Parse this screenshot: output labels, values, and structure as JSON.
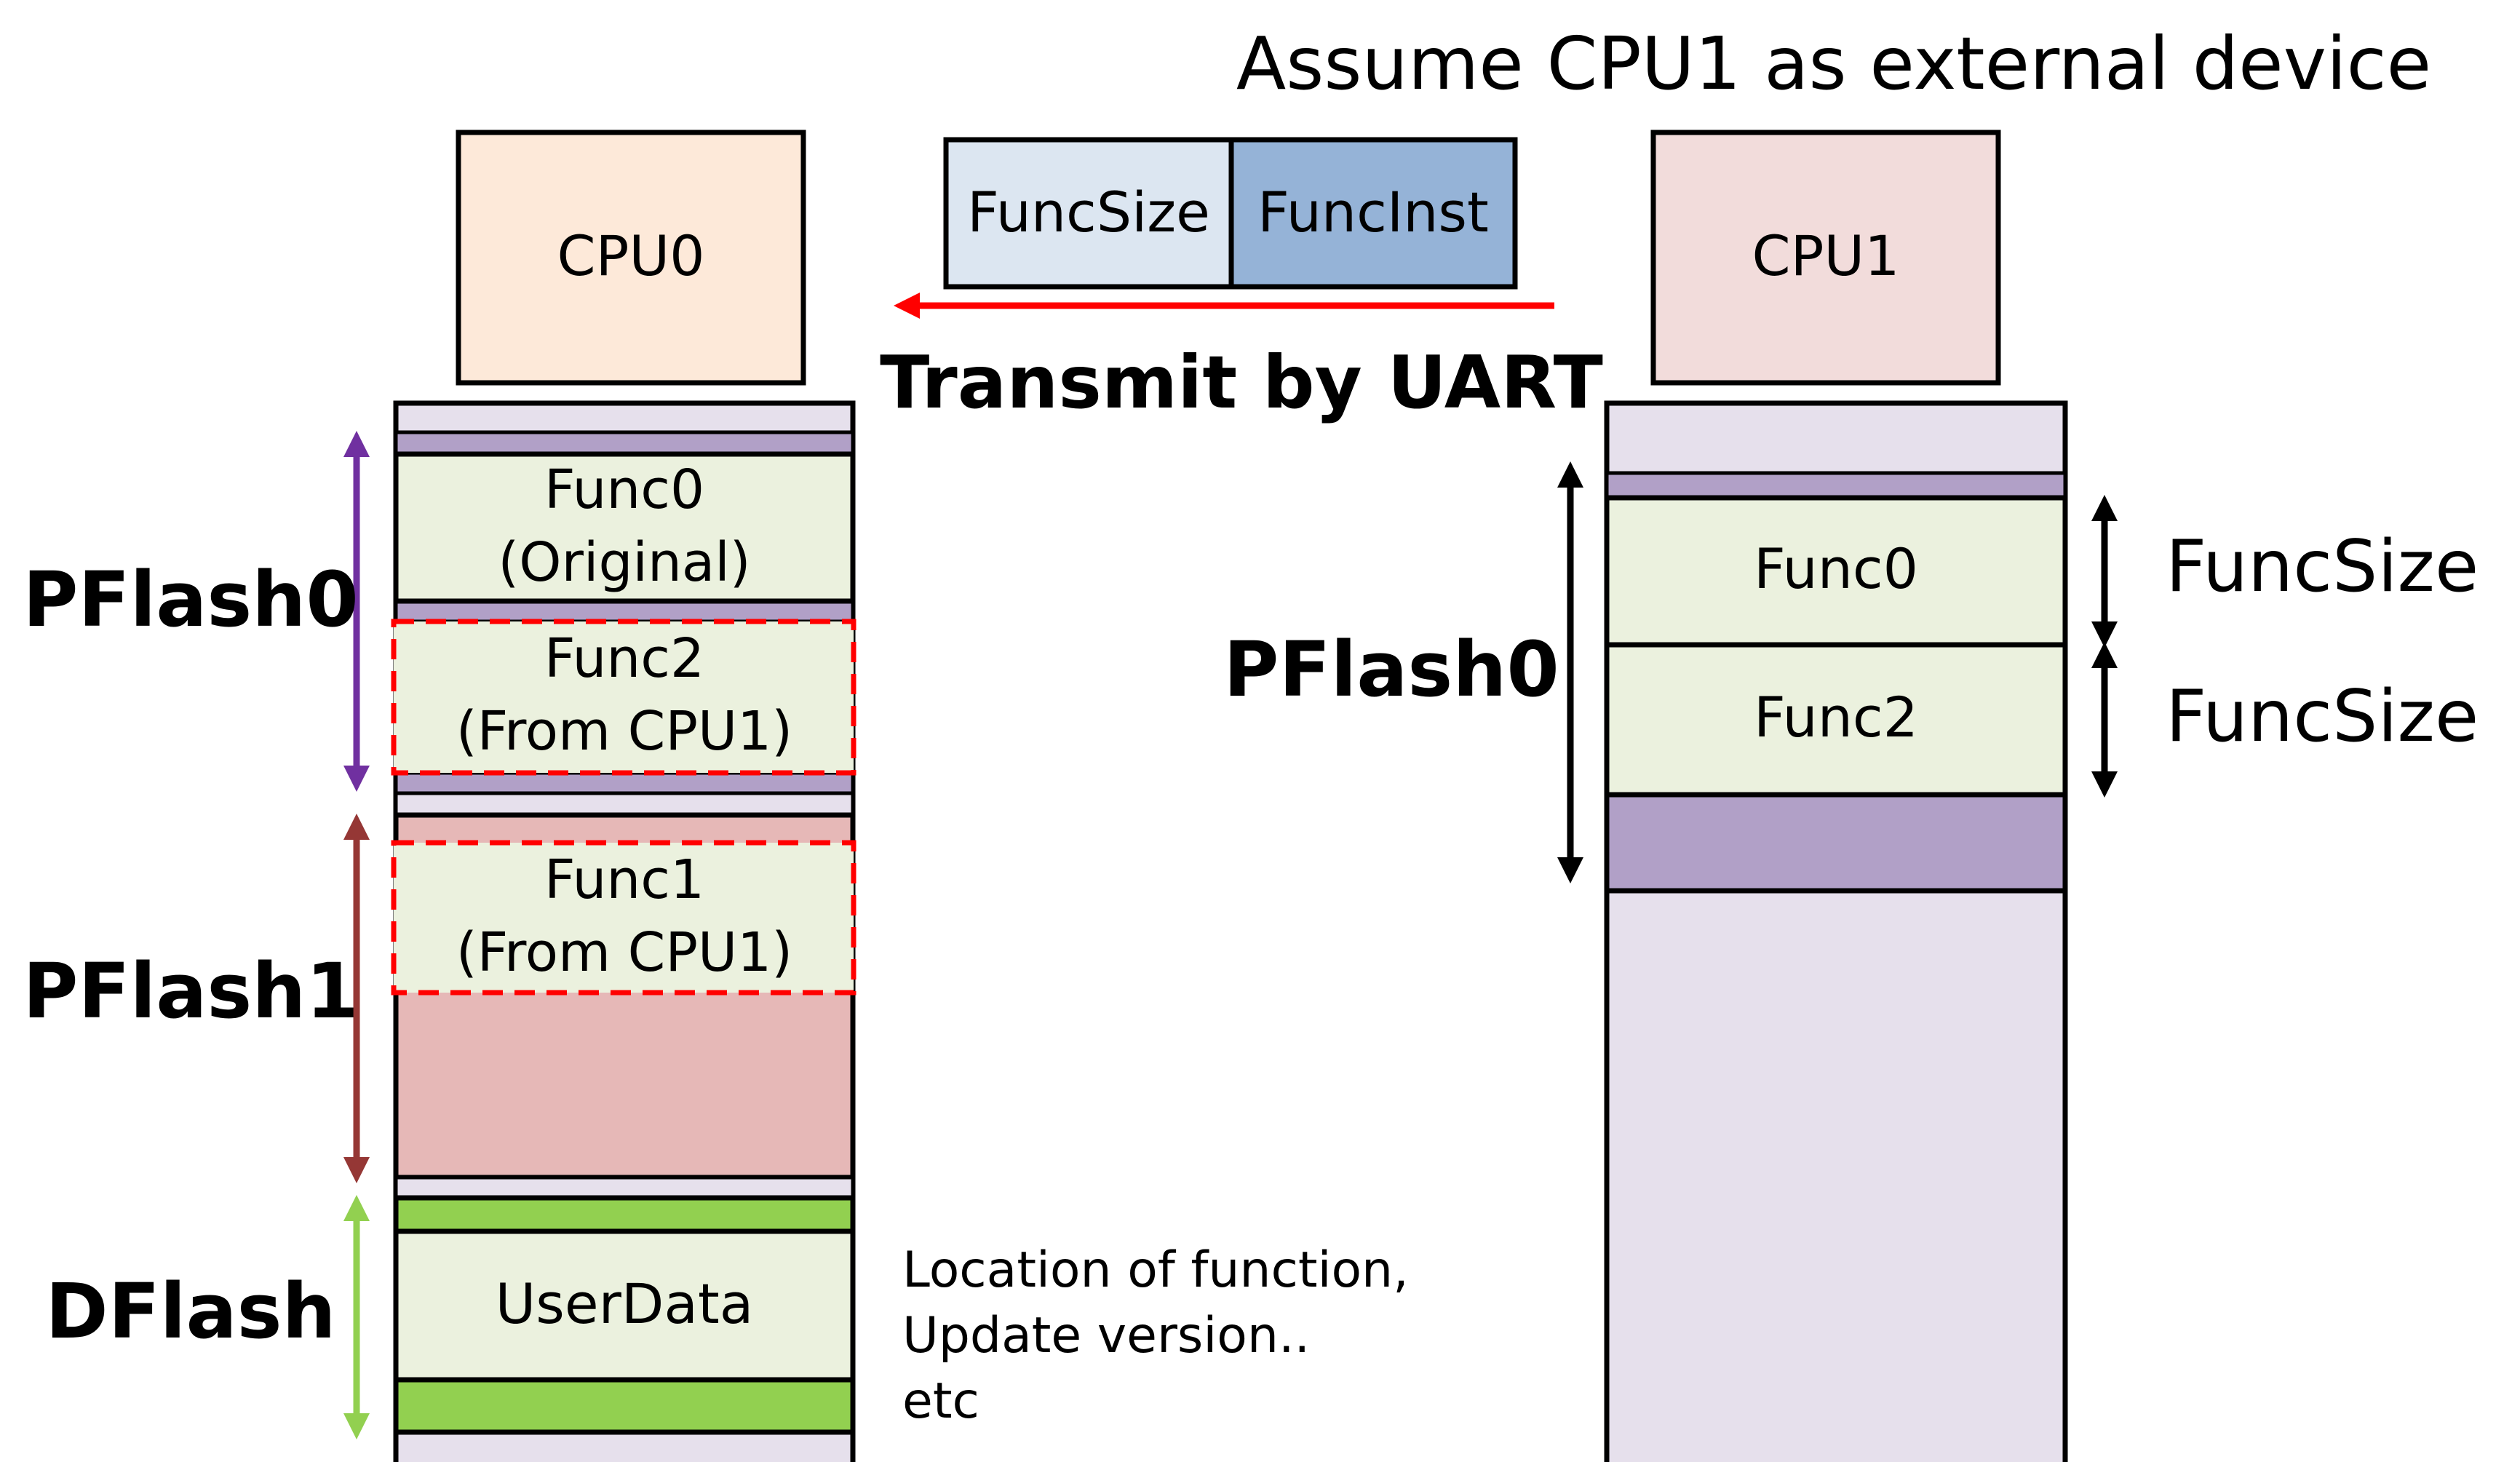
{
  "title": "Assume CPU1 as external device",
  "colors": {
    "cpu0_fill": "#fde9d9",
    "cpu1_fill": "#f2dcdb",
    "memory_bg": "#e6e0ec",
    "separator": "#b1a0c7",
    "func_fill": "#ebf1de",
    "pflash1_fill": "#e6b8b7",
    "dflash_band": "#92d050",
    "funcsize_fill": "#dce6f1",
    "funcinst_fill": "#95b3d7",
    "pflash0_arrow": "#7030a0",
    "pflash1_arrow": "#953735",
    "dflash_arrow": "#92d050",
    "uart_arrow": "#ff0000",
    "dashed_border": "#ff0000"
  },
  "left": {
    "cpu_label": "CPU0",
    "func0_line1": "Func0",
    "func0_line2": "(Original)",
    "func2_line1": "Func2",
    "func2_line2": "(From CPU1)",
    "func1_line1": "Func1",
    "func1_line2": "(From CPU1)",
    "userdata_label": "UserData",
    "pflash0_label": "PFlash0",
    "pflash1_label": "PFlash1",
    "dflash_label": "DFlash"
  },
  "packet": {
    "field1": "FuncSize",
    "field2": "FuncInst",
    "transmit_label": "Transmit by UART"
  },
  "note": {
    "line1": "Location of function,",
    "line2": "Update version..",
    "line3": "etc"
  },
  "right": {
    "cpu_label": "CPU1",
    "func0_label": "Func0",
    "func2_label": "Func2",
    "pflash0_label": "PFlash0",
    "funcsize_label_1": "FuncSize",
    "funcsize_label_2": "FuncSize"
  }
}
